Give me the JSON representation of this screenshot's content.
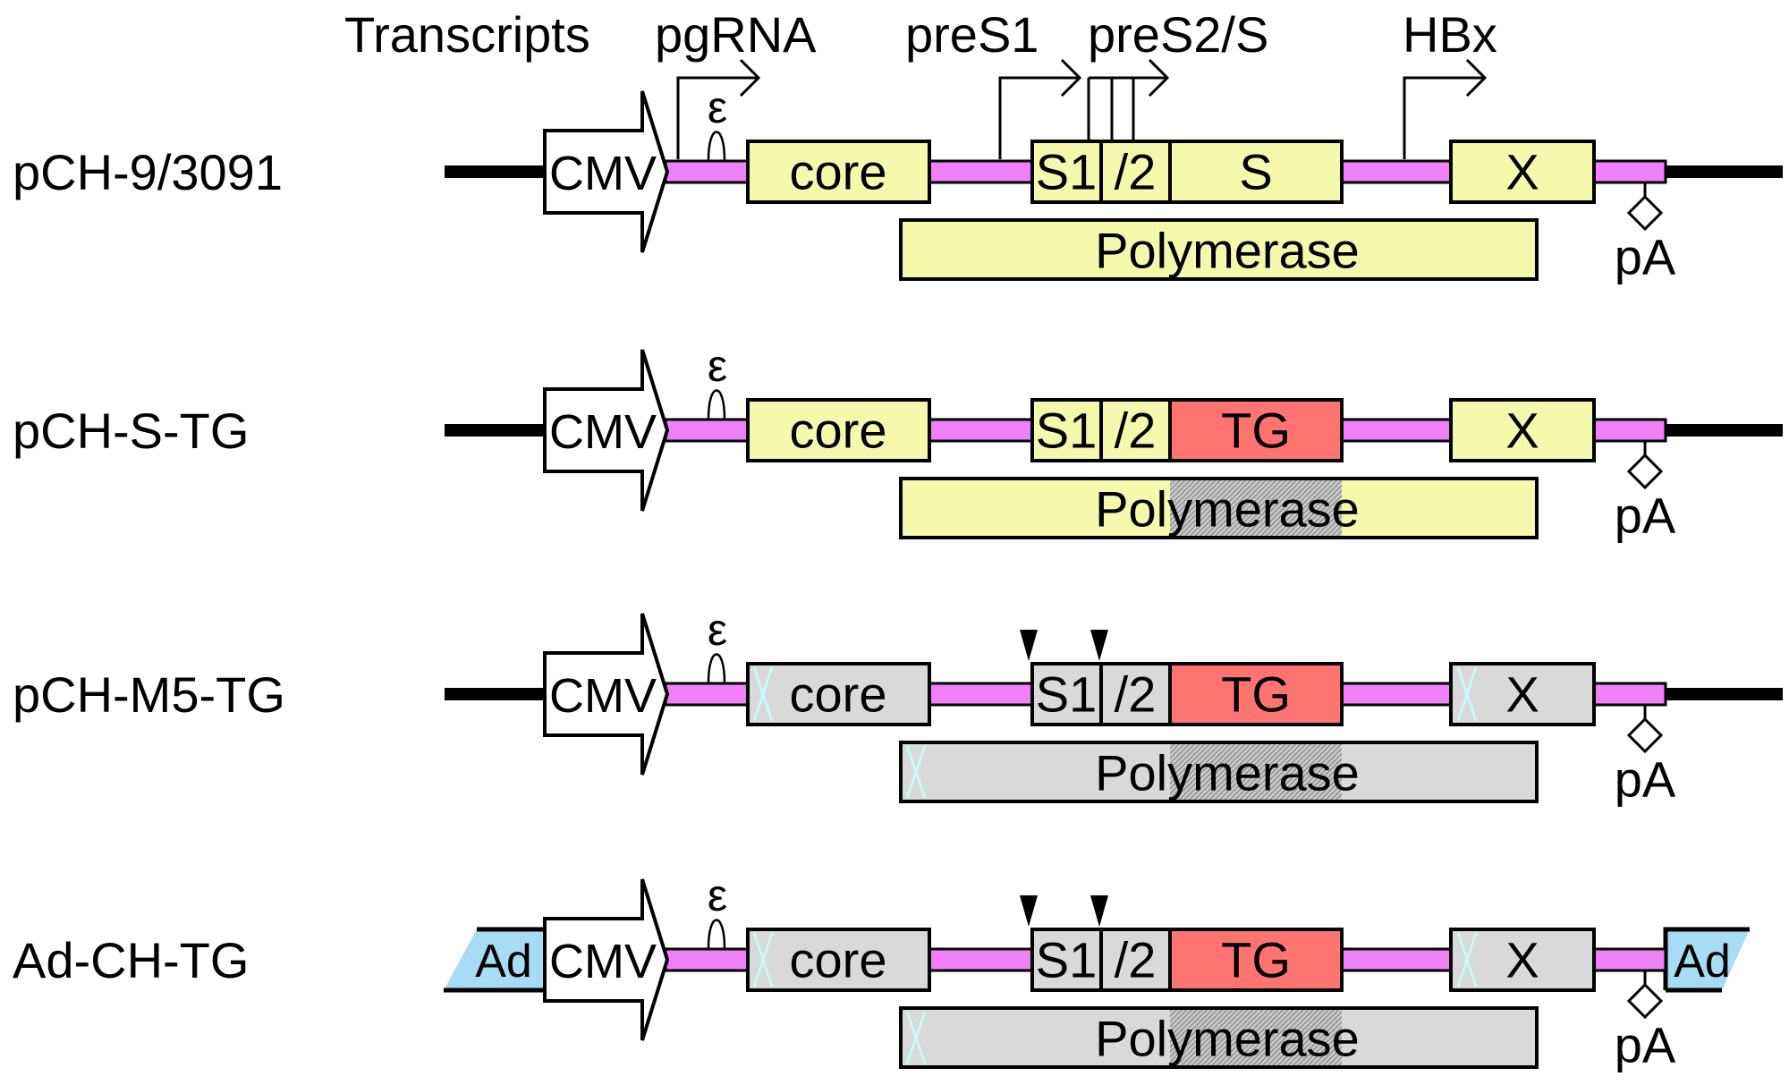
{
  "header": {
    "transcripts_label": "Transcripts",
    "promoters": [
      {
        "id": "pgrna",
        "label": "pgRNA"
      },
      {
        "id": "pres1",
        "label": "preS1"
      },
      {
        "id": "pres2s",
        "label": "preS2/S"
      },
      {
        "id": "hbx",
        "label": "HBx"
      }
    ]
  },
  "colors": {
    "hbv_region": "#f080f8",
    "gene_box": "#f5f9ae",
    "inactivated_box": "#d9d9d9",
    "transgene": "#ff7370",
    "adenovirus": "#a8dcf5",
    "mutation_x": "#c8fafa",
    "backbone": "#000000"
  },
  "labels": {
    "cmv": "CMV",
    "core": "core",
    "s1": "S1",
    "s2": "/2",
    "s": "S",
    "tg": "TG",
    "x": "X",
    "polymerase": "Polymerase",
    "pa": "pA",
    "ad": "Ad",
    "epsilon": "ε"
  },
  "constructs": [
    {
      "name": "pCH-9/3091",
      "s_region": "S",
      "polymerase_tg_replaced": false,
      "mutations": false,
      "start_codon_markers": false,
      "ends": "plasmid",
      "show_promoters": true
    },
    {
      "name": "pCH-S-TG",
      "s_region": "TG",
      "polymerase_tg_replaced": true,
      "mutations": false,
      "start_codon_markers": false,
      "ends": "plasmid",
      "show_promoters": false
    },
    {
      "name": "pCH-M5-TG",
      "s_region": "TG",
      "polymerase_tg_replaced": true,
      "mutations": true,
      "start_codon_markers": true,
      "ends": "plasmid",
      "show_promoters": false
    },
    {
      "name": "Ad-CH-TG",
      "s_region": "TG",
      "polymerase_tg_replaced": true,
      "mutations": true,
      "start_codon_markers": true,
      "ends": "adenovirus",
      "show_promoters": false
    }
  ]
}
